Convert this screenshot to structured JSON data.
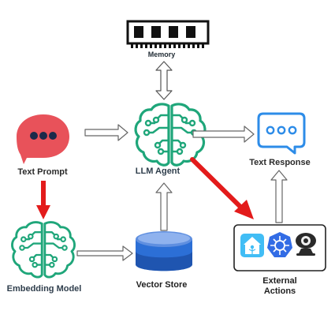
{
  "nodes": {
    "memory": {
      "label": "Memory"
    },
    "text_prompt": {
      "label": "Text Prompt"
    },
    "llm_agent": {
      "label": "LLM Agent"
    },
    "text_response": {
      "label": "Text Response"
    },
    "embedding_model": {
      "label": "Embedding Model"
    },
    "vector_store": {
      "label": "Vector Store"
    },
    "external_actions": {
      "label": "External Actions"
    }
  },
  "icons": {
    "memory": "ram-chip-icon",
    "text_prompt": "chat-bubble-icon",
    "llm_agent": "brain-circuit-icon",
    "text_response": "chat-bubble-icon",
    "embedding_model": "brain-circuit-icon",
    "vector_store": "database-cylinder-icon",
    "external_actions": [
      "home-assistant-icon",
      "kubernetes-icon",
      "webcam-icon"
    ]
  },
  "colors": {
    "brain": "#1fa67a",
    "prompt_bubble": "#e8525a",
    "response_bubble": "#2d8ce8",
    "red_arrow": "#e31b1b",
    "outline_arrow": "#6b6b6b",
    "db": "#2c6fd6"
  }
}
